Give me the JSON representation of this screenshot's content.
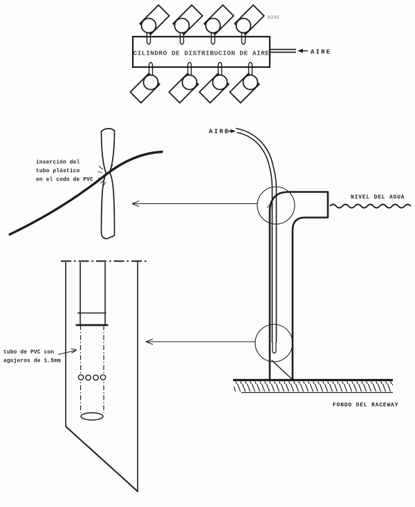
{
  "ink_color": "#1c1c1c",
  "manifold": {
    "title": "CILINDRO DE DISTRIBUCION DE AIRE",
    "inlet_label": "AIRE",
    "corner_label": "AIRE"
  },
  "elbow_detail": {
    "caption": [
      "inserción del",
      "tubo plástico",
      "en el codo de PVC"
    ]
  },
  "tube_detail": {
    "caption": [
      "tubo de PVC con",
      "agujeros de 1.5mm"
    ]
  },
  "assembly": {
    "air_label": "AIRE",
    "water_level_label": "NIVEL DEL AGUA",
    "floor_label": "FONDO DEL RACEWAY"
  }
}
